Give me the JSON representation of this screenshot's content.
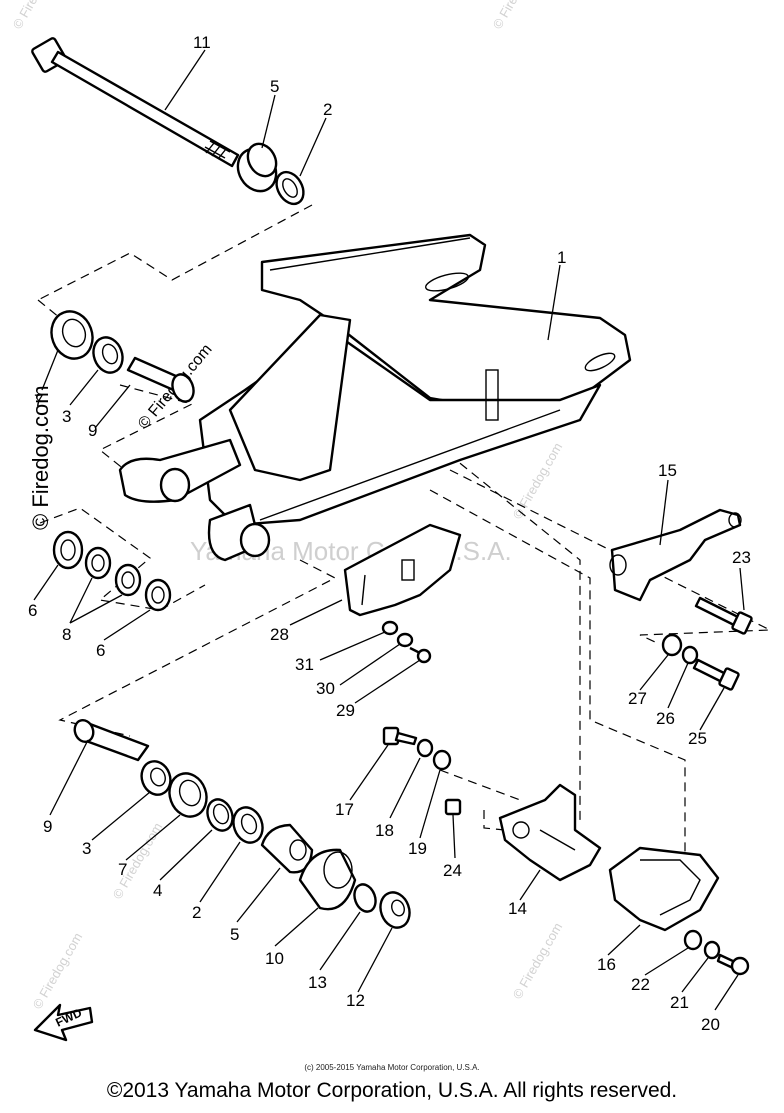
{
  "watermarks": {
    "corner": "© Firedog.com",
    "center": "Yamaha Motor Corp, U.S.A."
  },
  "callouts": {
    "c1": "1",
    "c2a": "2",
    "c2b": "2",
    "c3a": "3",
    "c3b": "3",
    "c4": "4",
    "c5a": "5",
    "c5b": "5",
    "c6a": "6",
    "c6b": "6",
    "c7a": "7",
    "c7b": "7",
    "c8": "8",
    "c9a": "9",
    "c9b": "9",
    "c10": "10",
    "c11": "11",
    "c12": "12",
    "c13": "13",
    "c14": "14",
    "c15": "15",
    "c16": "16",
    "c17": "17",
    "c18": "18",
    "c19": "19",
    "c20": "20",
    "c21": "21",
    "c22": "22",
    "c23": "23",
    "c24": "24",
    "c25": "25",
    "c26": "26",
    "c27": "27",
    "c28": "28",
    "c29": "29",
    "c30": "30",
    "c31": "31"
  },
  "fwd_label": "FWD",
  "copyright_small": "(c) 2005-2015 Yamaha Motor Corporation, U.S.A.",
  "copyright_main": "©2013 Yamaha Motor Corporation, U.S.A. All rights reserved."
}
